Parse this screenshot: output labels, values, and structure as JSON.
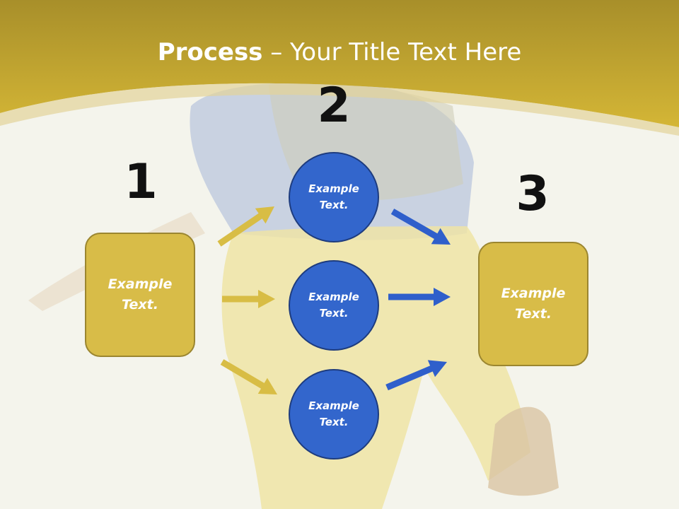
{
  "title": {
    "bold_part": "Process",
    "rest_part": " – Your Title Text Here"
  },
  "steps": [
    {
      "number": "1",
      "label": "Example\nText."
    },
    {
      "number": "2"
    },
    {
      "number": "3",
      "label": "Example\nText."
    }
  ],
  "circles": [
    {
      "label": "Example\nText."
    },
    {
      "label": "Example\nText."
    },
    {
      "label": "Example\nText."
    }
  ],
  "colors": {
    "gold": "#d8bc48",
    "gold_arrow": "#d8bd45",
    "blue": "#3366cc",
    "blue_arrow": "#2f5fcb",
    "banner": "#c9a92a"
  }
}
